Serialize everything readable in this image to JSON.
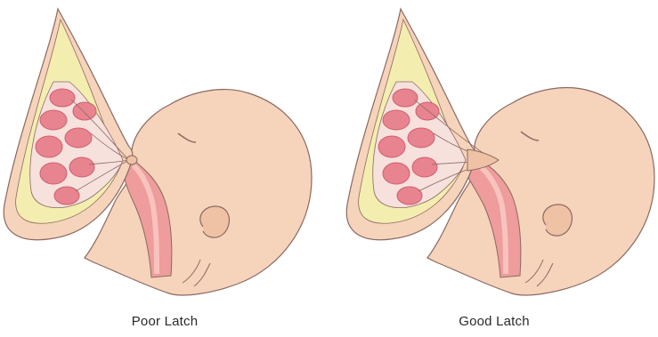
{
  "panels": [
    {
      "caption": "Poor Latch",
      "latch": "poor"
    },
    {
      "caption": "Good Latch",
      "latch": "good"
    }
  ],
  "colors": {
    "skin": "#f6d3bb",
    "skin_shadow": "#efc2a5",
    "outline": "#8a6a62",
    "breast_fat": "#f4edb0",
    "lobule": "#e8848f",
    "lobule_dark": "#cf5f6f",
    "lobule_bg": "#f7e1dd",
    "throat": "#ee9c9c",
    "throat_light": "#f8c3bd"
  }
}
